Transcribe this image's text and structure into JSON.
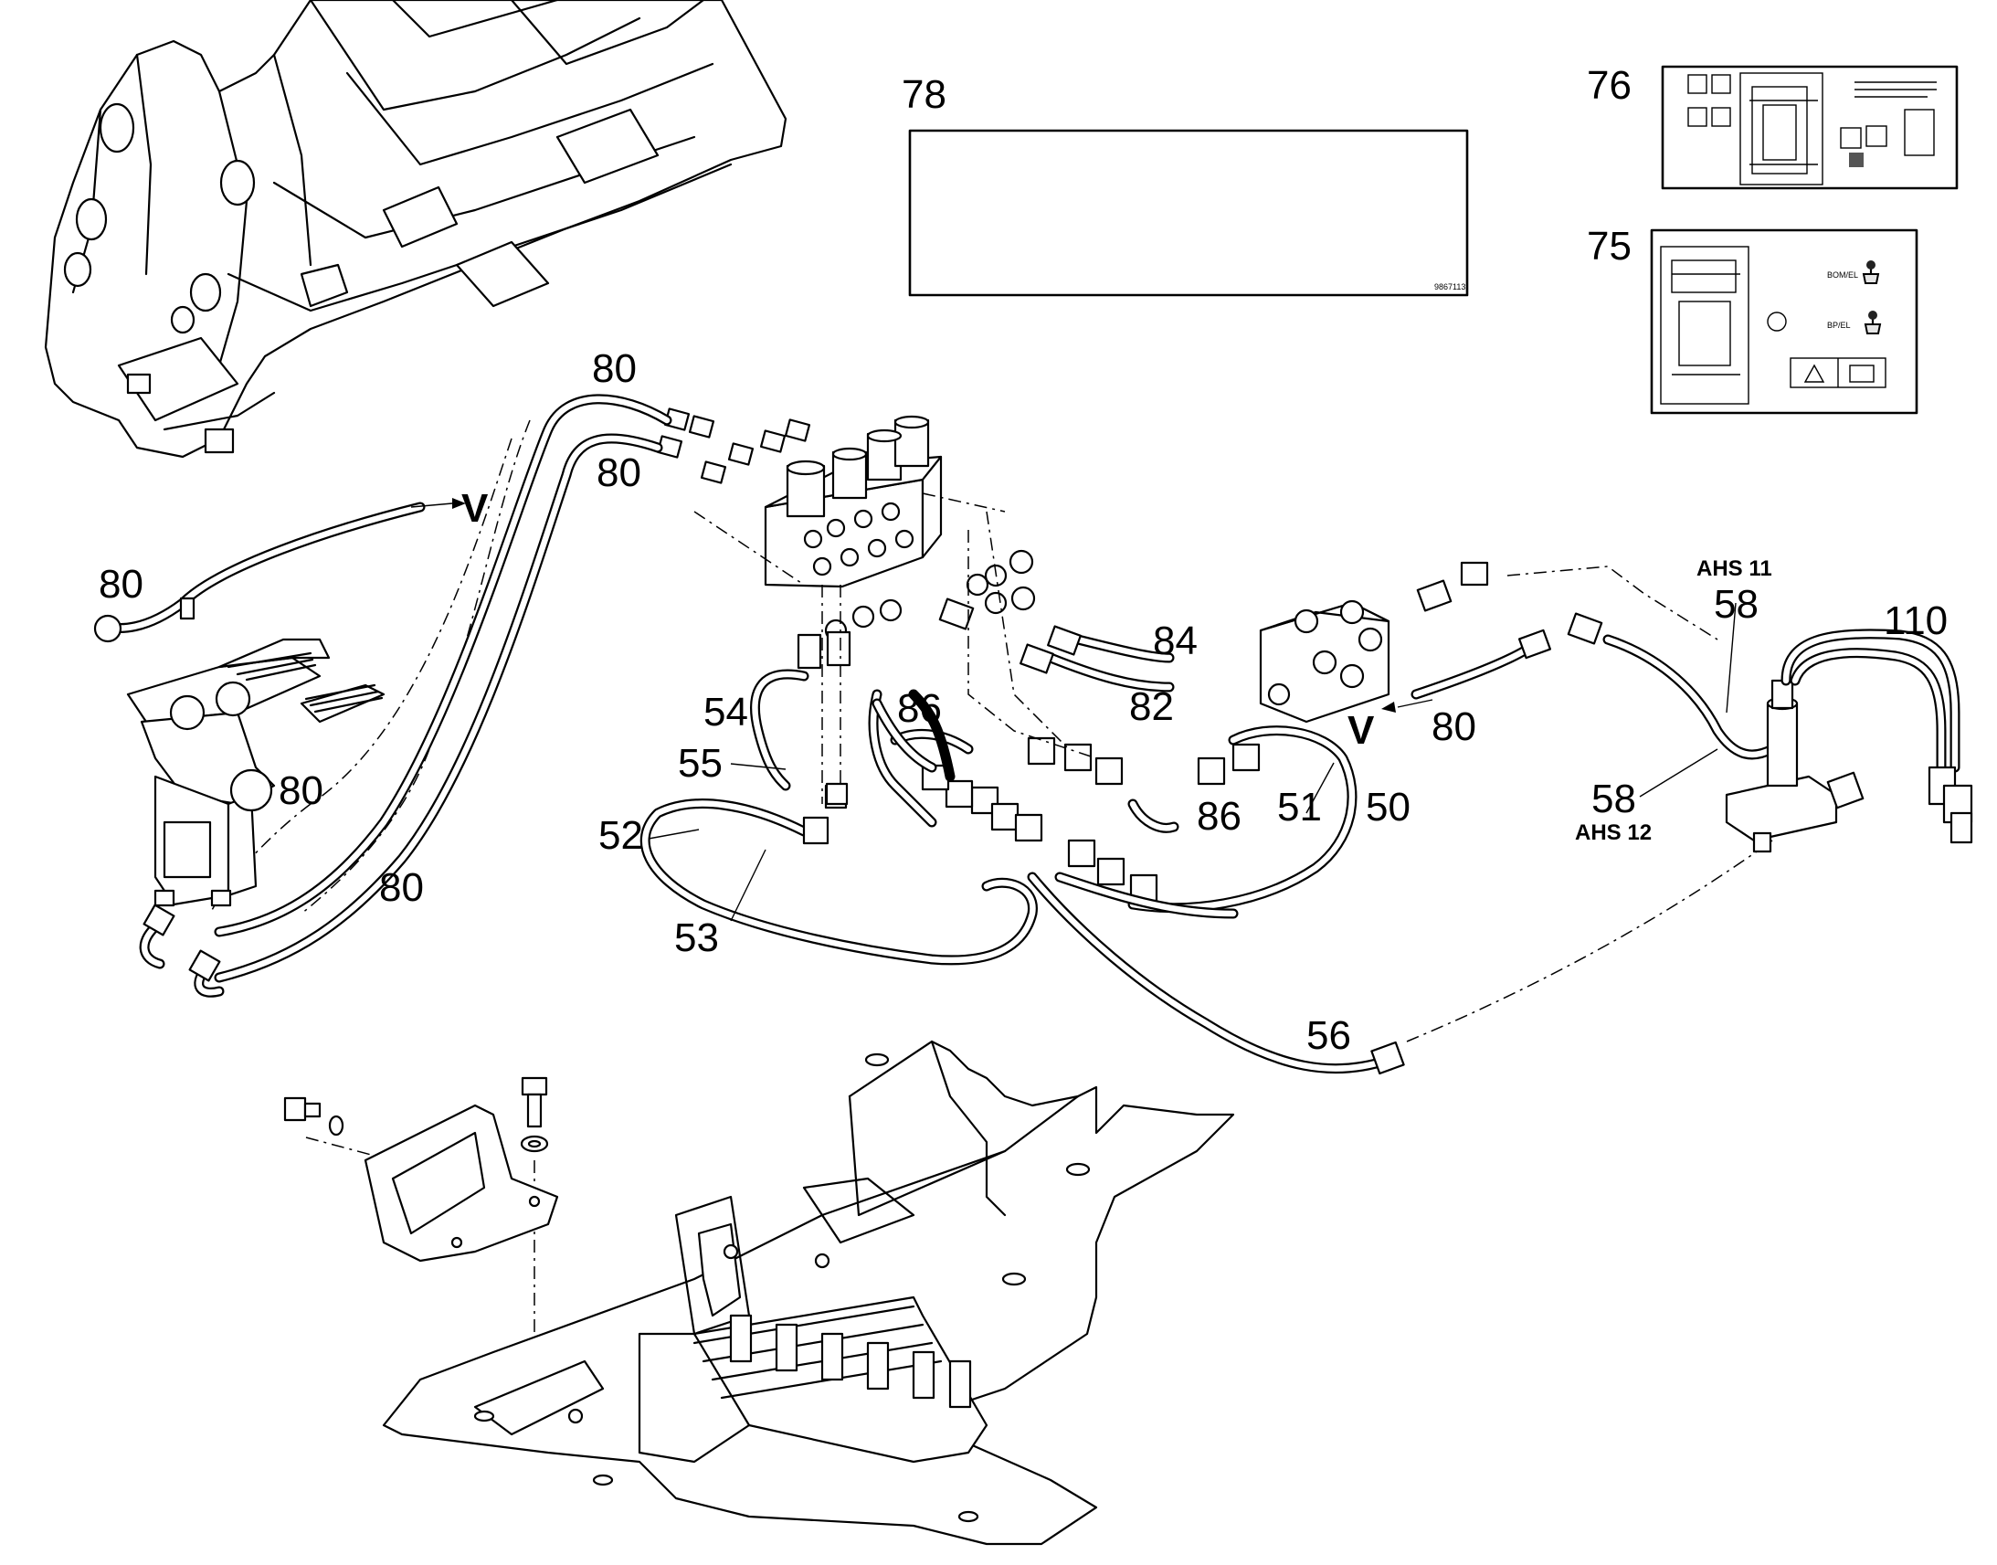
{
  "diagram": {
    "callouts": {
      "n78": "78",
      "n76": "76",
      "n75": "75",
      "n80_a": "80",
      "n80_b": "80",
      "n80_c": "80",
      "n80_d": "80",
      "n80_e": "80",
      "n80_f": "80",
      "v_left": "V",
      "v_right": "V",
      "n84": "84",
      "n82": "82",
      "n86_a": "86",
      "n86_b": "86",
      "n54": "54",
      "n55": "55",
      "n52": "52",
      "n53": "53",
      "n51": "51",
      "n50": "50",
      "n56": "56",
      "n58_a": "58",
      "n58_b": "58",
      "ahs11": "AHS 11",
      "ahs12": "AHS 12",
      "n110": "110"
    },
    "plate78_code": "9867113",
    "decal75": {
      "text_top": "BOM/EL",
      "text_bottom": "BP/EL"
    }
  }
}
